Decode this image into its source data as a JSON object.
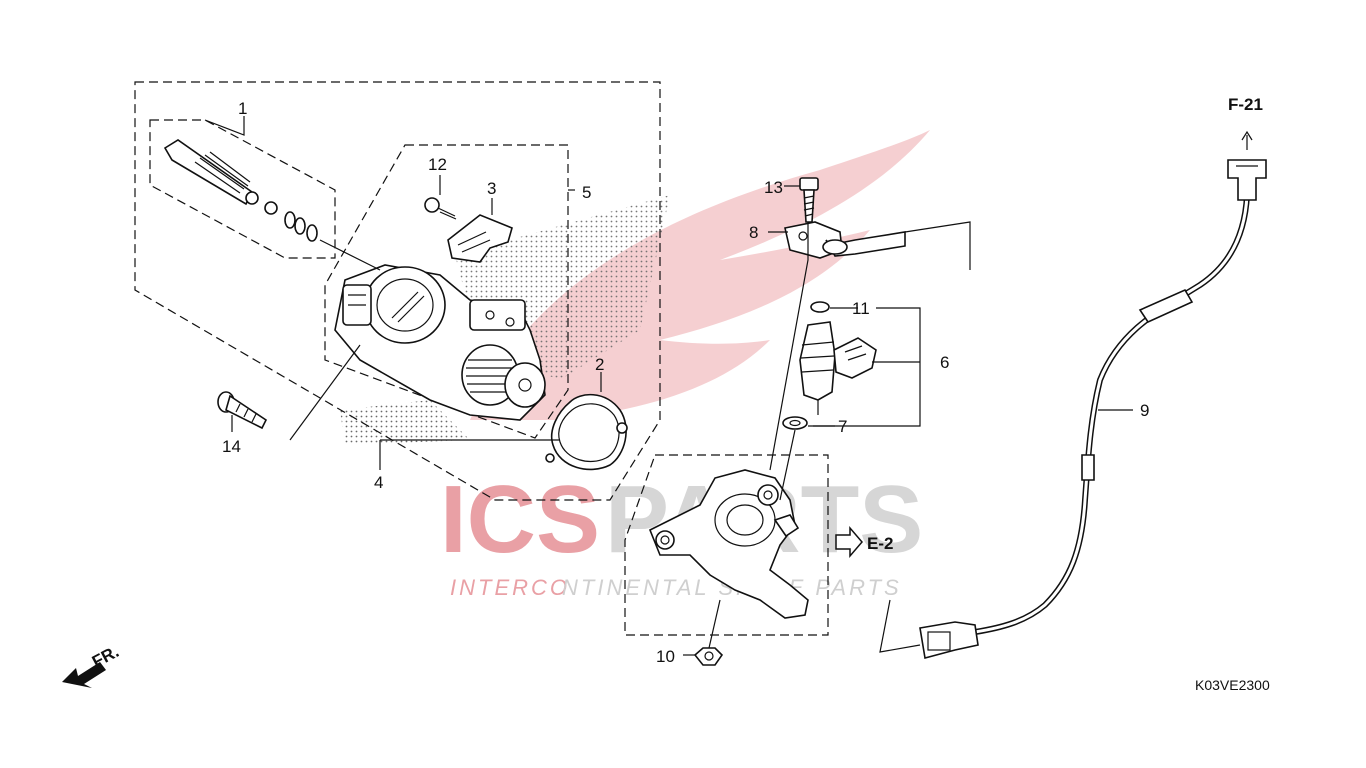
{
  "watermark": {
    "brand_left": "ICS",
    "brand_right": "PARTS",
    "tagline_accent": "INTERCO",
    "tagline": "NTINENTAL SPARE PARTS",
    "accent_color": "#e0404a",
    "gray_color": "#c9c9c9"
  },
  "callouts": [
    {
      "id": "1",
      "text": "1"
    },
    {
      "id": "2",
      "text": "2"
    },
    {
      "id": "3",
      "text": "3"
    },
    {
      "id": "4",
      "text": "4"
    },
    {
      "id": "5",
      "text": "5"
    },
    {
      "id": "6",
      "text": "6"
    },
    {
      "id": "7",
      "text": "7"
    },
    {
      "id": "8",
      "text": "8"
    },
    {
      "id": "9",
      "text": "9"
    },
    {
      "id": "10",
      "text": "10"
    },
    {
      "id": "11",
      "text": "11"
    },
    {
      "id": "12",
      "text": "12"
    },
    {
      "id": "13",
      "text": "13"
    },
    {
      "id": "14",
      "text": "14"
    }
  ],
  "references": {
    "f21": "F-21",
    "e2": "E-2",
    "front": "FR."
  },
  "diagram_code": "K03VE2300"
}
